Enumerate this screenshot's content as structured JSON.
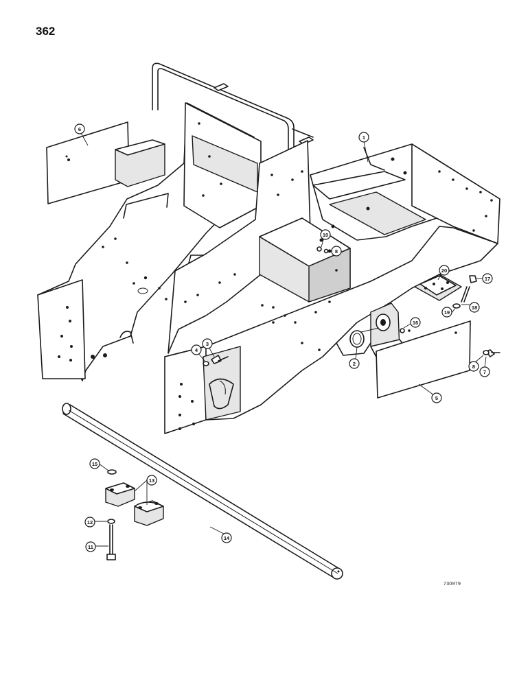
{
  "page_number": "362",
  "drawing_id": "730979",
  "callouts": [
    {
      "label": "1"
    },
    {
      "label": "2"
    },
    {
      "label": "3"
    },
    {
      "label": "4"
    },
    {
      "label": "5"
    },
    {
      "label": "6"
    },
    {
      "label": "7"
    },
    {
      "label": "8"
    },
    {
      "label": "8"
    },
    {
      "label": "10"
    },
    {
      "label": "11"
    },
    {
      "label": "12"
    },
    {
      "label": "13"
    },
    {
      "label": "14"
    },
    {
      "label": "15"
    },
    {
      "label": "16"
    },
    {
      "label": "17"
    },
    {
      "label": "18"
    },
    {
      "label": "19"
    },
    {
      "label": "20"
    }
  ]
}
